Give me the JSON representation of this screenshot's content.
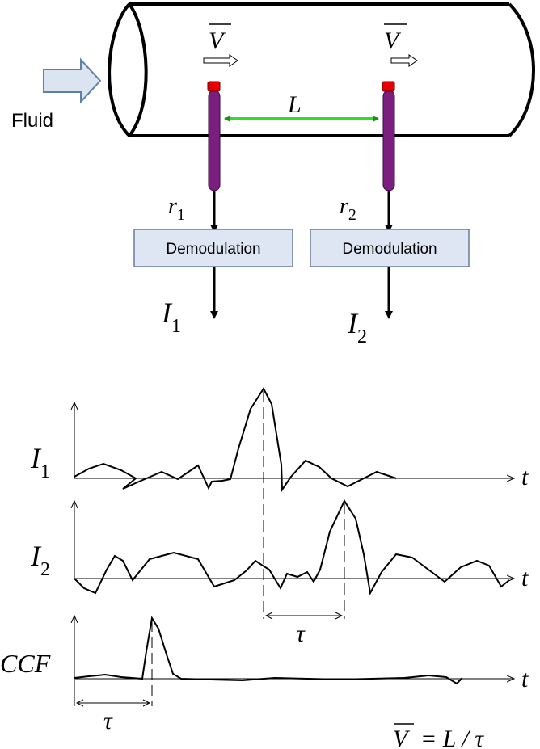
{
  "top": {
    "fluid_label": "Fluid",
    "velocity_symbol": "V",
    "distance_symbol": "L",
    "sensors": [
      {
        "r_base": "r",
        "r_sub": "1",
        "box_label": "Demodulation",
        "out_base": "I",
        "out_sub": "1"
      },
      {
        "r_base": "r",
        "r_sub": "2",
        "box_label": "Demodulation",
        "out_base": "I",
        "out_sub": "2"
      }
    ]
  },
  "waveforms": {
    "axis_var": "t",
    "tau_symbol": "τ",
    "rows": [
      {
        "base": "I",
        "sub": "1"
      },
      {
        "base": "I",
        "sub": "2"
      },
      {
        "base": "CCF",
        "sub": ""
      }
    ]
  },
  "formula": {
    "lhs": "V",
    "rhs": "= L / τ"
  },
  "colors": {
    "pipe_stroke": "#000000",
    "probe": "#7a1e80",
    "probe_tip": "#e60000",
    "distance_arrow": "#33dd22",
    "box_fill": "#dfe6f3",
    "box_stroke": "#6b7b99",
    "flow_arrow_fill": "#dbe5f2",
    "flow_arrow_stroke": "#5f7fa6"
  }
}
